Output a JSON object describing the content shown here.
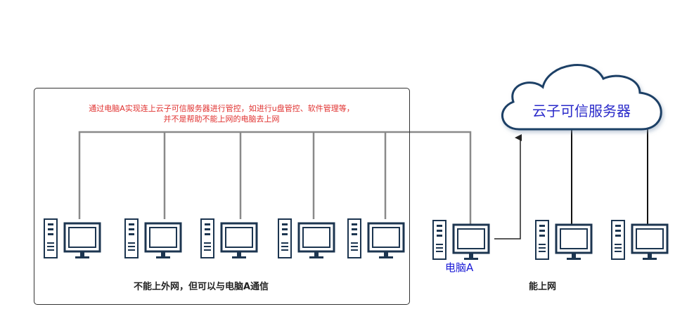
{
  "diagram": {
    "note_lines": [
      "通过电脑A实现连上云子可信服务器进行管控，如进行u盘管控、软件管理等，",
      "并不是帮助不能上网的电脑去上网"
    ],
    "lan_label": "不能上外网，但可以与电脑A通信",
    "computer_a_label": "电脑A",
    "internet_label": "能上网",
    "cloud_label": "云子可信服务器",
    "colors": {
      "note_text": "#e0312f",
      "computer_a_text": "#1a1ad6",
      "cloud_text": "#2a2aca",
      "cloud_stroke": "#1f3f66",
      "lan_lines": "#8a8a8a",
      "internet_lines": "#111111"
    }
  }
}
